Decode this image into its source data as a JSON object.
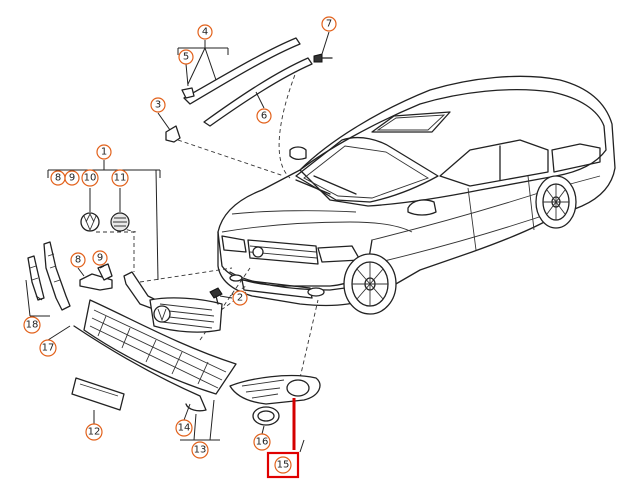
{
  "callouts": [
    {
      "id": "c1",
      "label": "1"
    },
    {
      "id": "c2",
      "label": "2"
    },
    {
      "id": "c3",
      "label": "3"
    },
    {
      "id": "c4",
      "label": "4"
    },
    {
      "id": "c5",
      "label": "5"
    },
    {
      "id": "c6",
      "label": "6"
    },
    {
      "id": "c7",
      "label": "7"
    },
    {
      "id": "c8a",
      "label": "8"
    },
    {
      "id": "c9a",
      "label": "9"
    },
    {
      "id": "c10",
      "label": "10"
    },
    {
      "id": "c11",
      "label": "11"
    },
    {
      "id": "c8b",
      "label": "8"
    },
    {
      "id": "c9b",
      "label": "9"
    },
    {
      "id": "c12",
      "label": "12"
    },
    {
      "id": "c13",
      "label": "13"
    },
    {
      "id": "c14",
      "label": "14"
    },
    {
      "id": "c15",
      "label": "15"
    },
    {
      "id": "c16",
      "label": "16"
    },
    {
      "id": "c17",
      "label": "17"
    },
    {
      "id": "c18",
      "label": "18"
    }
  ],
  "highlighted_part": "15",
  "colors": {
    "callout_ring": "#e2611b",
    "highlight": "#e00000"
  }
}
